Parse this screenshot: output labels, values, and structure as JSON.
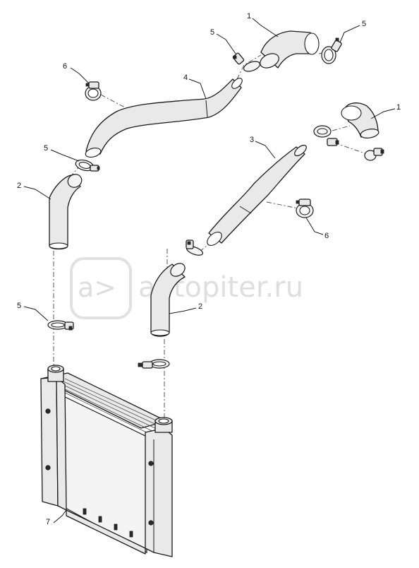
{
  "watermark": {
    "text": "autopiter.ru"
  },
  "callouts": {
    "c1a": "1",
    "c1b": "1",
    "c2a": "2",
    "c2b": "2",
    "c3": "3",
    "c4": "4",
    "c5a": "5",
    "c5b": "5",
    "c5c": "5",
    "c5d": "5",
    "c6a": "6",
    "c6b": "6",
    "c7": "7"
  },
  "colors": {
    "line": "#1a1a1a",
    "fill": "#e9e9e9",
    "watermark": "#d4d4d4"
  }
}
